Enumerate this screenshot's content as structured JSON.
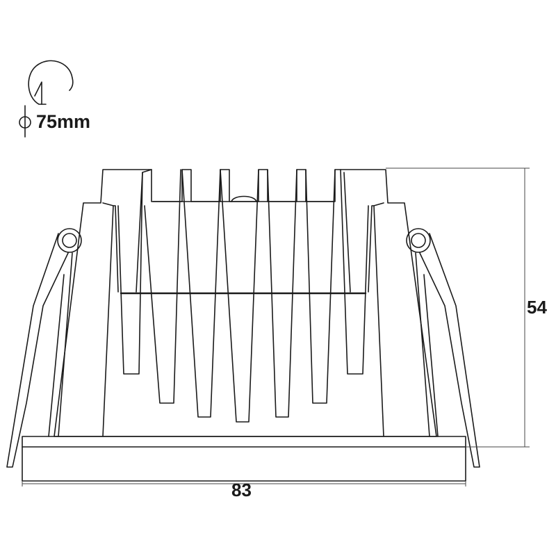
{
  "labels": {
    "cutout": "75mm",
    "width": "83",
    "height": "54"
  },
  "colors": {
    "line": "#1a1a1a",
    "dim_line": "#444444",
    "background": "#ffffff"
  }
}
